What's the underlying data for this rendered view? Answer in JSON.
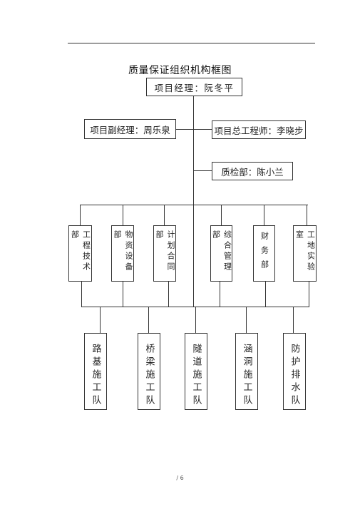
{
  "title": "质量保证组织机构框图",
  "top": {
    "manager": "项目经理：阮冬平",
    "deputy": "项目副经理：周乐泉",
    "chief_engineer": "项目总工程师：李晓步",
    "qc": "质检部：陈小兰"
  },
  "departments": [
    "工程技术部",
    "物资设备部",
    "计划合同部",
    "综合管理部",
    "财务部",
    "工地实验室"
  ],
  "teams": [
    "路基施工队",
    "桥梁施工队",
    "隧道施工队",
    "涵洞施工队",
    "防护排水队"
  ],
  "footer": "/ 6"
}
